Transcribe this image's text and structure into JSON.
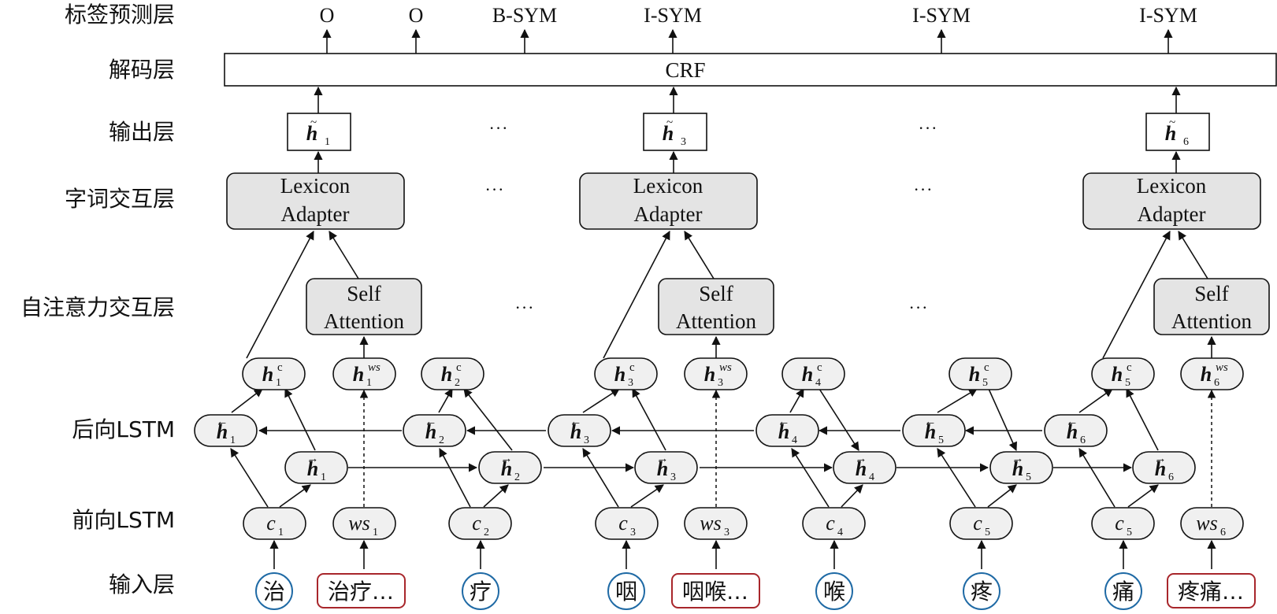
{
  "layers": {
    "tag": "标签预测层",
    "decode": "解码层",
    "output": "输出层",
    "interact": "字词交互层",
    "selfatt": "自注意力交互层",
    "backward": "后向LSTM",
    "forward": "前向LSTM",
    "input": "输入层"
  },
  "tags": [
    "O",
    "O",
    "B-SYM",
    "I-SYM",
    "I-SYM",
    "I-SYM"
  ],
  "crf": "CRF",
  "ellipsis": "···",
  "output_nodes": [
    {
      "base": "h",
      "accent": "~",
      "sub": "1"
    },
    {
      "base": "h",
      "accent": "~",
      "sub": "3"
    },
    {
      "base": "h",
      "accent": "~",
      "sub": "6"
    }
  ],
  "lexicon_adapter": {
    "line1": "Lexicon",
    "line2": "Adapter"
  },
  "self_attention": {
    "line1": "Self",
    "line2": "Attention"
  },
  "hidden_nodes": [
    {
      "base": "h",
      "sup": "c",
      "sub": "1"
    },
    {
      "base": "h",
      "sup": "ws",
      "sub": "1"
    },
    {
      "base": "h",
      "sup": "c",
      "sub": "2"
    },
    {
      "base": "h",
      "sup": "c",
      "sub": "3"
    },
    {
      "base": "h",
      "sup": "ws",
      "sub": "3"
    },
    {
      "base": "h",
      "sup": "c",
      "sub": "4"
    },
    {
      "base": "h",
      "sup": "c",
      "sub": "5"
    },
    {
      "base": "h",
      "sup": "c",
      "sub": "5"
    },
    {
      "base": "h",
      "sup": "ws",
      "sub": "6"
    }
  ],
  "backward_nodes": [
    {
      "base": "h",
      "arrow": "←",
      "sub": "1"
    },
    {
      "base": "h",
      "arrow": "←",
      "sub": "2"
    },
    {
      "base": "h",
      "arrow": "←",
      "sub": "3"
    },
    {
      "base": "h",
      "arrow": "←",
      "sub": "4"
    },
    {
      "base": "h",
      "arrow": "←",
      "sub": "5"
    },
    {
      "base": "h",
      "arrow": "←",
      "sub": "6"
    }
  ],
  "forward_nodes": [
    {
      "base": "h",
      "arrow": "→",
      "sub": "1"
    },
    {
      "base": "h",
      "arrow": "→",
      "sub": "2"
    },
    {
      "base": "h",
      "arrow": "→",
      "sub": "3"
    },
    {
      "base": "h",
      "arrow": "→",
      "sub": "4"
    },
    {
      "base": "h",
      "arrow": "→",
      "sub": "5"
    },
    {
      "base": "h",
      "arrow": "→",
      "sub": "6"
    }
  ],
  "embed_nodes": [
    {
      "base": "c",
      "sub": "1"
    },
    {
      "base": "ws",
      "sub": "1"
    },
    {
      "base": "c",
      "sub": "2"
    },
    {
      "base": "c",
      "sub": "3"
    },
    {
      "base": "ws",
      "sub": "3"
    },
    {
      "base": "c",
      "sub": "4"
    },
    {
      "base": "c",
      "sub": "5"
    },
    {
      "base": "c",
      "sub": "5"
    },
    {
      "base": "ws",
      "sub": "6"
    }
  ],
  "inputs": [
    "治",
    "治疗…",
    "疗",
    "咽",
    "咽喉…",
    "喉",
    "疼",
    "痛",
    "疼痛…"
  ],
  "colors": {
    "char_circle": "#1f6aa5",
    "word_box": "#a8262b",
    "box_fill": "#e4e4e4",
    "line": "#111111"
  }
}
